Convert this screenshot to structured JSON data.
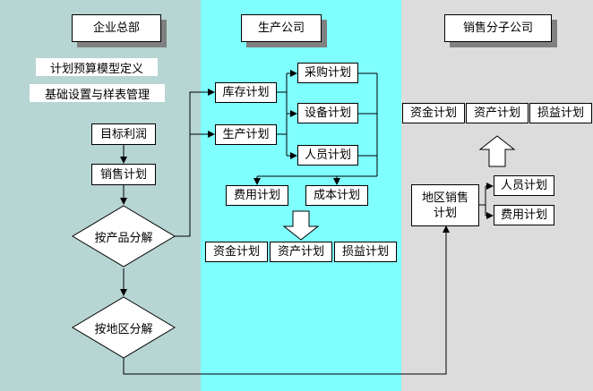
{
  "columns": {
    "hq": "企业总部",
    "production": "生产公司",
    "sales": "销售分子公司"
  },
  "hq": {
    "plan_model": "计划预算模型定义",
    "base_settings": "基础设置与样表管理",
    "target_profit": "目标利润",
    "sales_plan": "销售计划",
    "by_product": "按产品分解",
    "by_region": "按地区分解"
  },
  "production": {
    "inventory_plan": "库存计划",
    "production_plan": "生产计划",
    "purchase_plan": "采购计划",
    "equipment_plan": "设备计划",
    "staff_plan": "人员计划",
    "expense_plan": "费用计划",
    "cost_plan": "成本计划",
    "fund_plan": "资金计划",
    "asset_plan": "资产计划",
    "pl_plan": "损益计划"
  },
  "sales": {
    "fund_plan": "资金计划",
    "asset_plan": "资产计划",
    "pl_plan": "损益计划",
    "regional_sales_plan": "地区销售计划",
    "staff_plan": "人员计划",
    "expense_plan": "费用计划"
  }
}
